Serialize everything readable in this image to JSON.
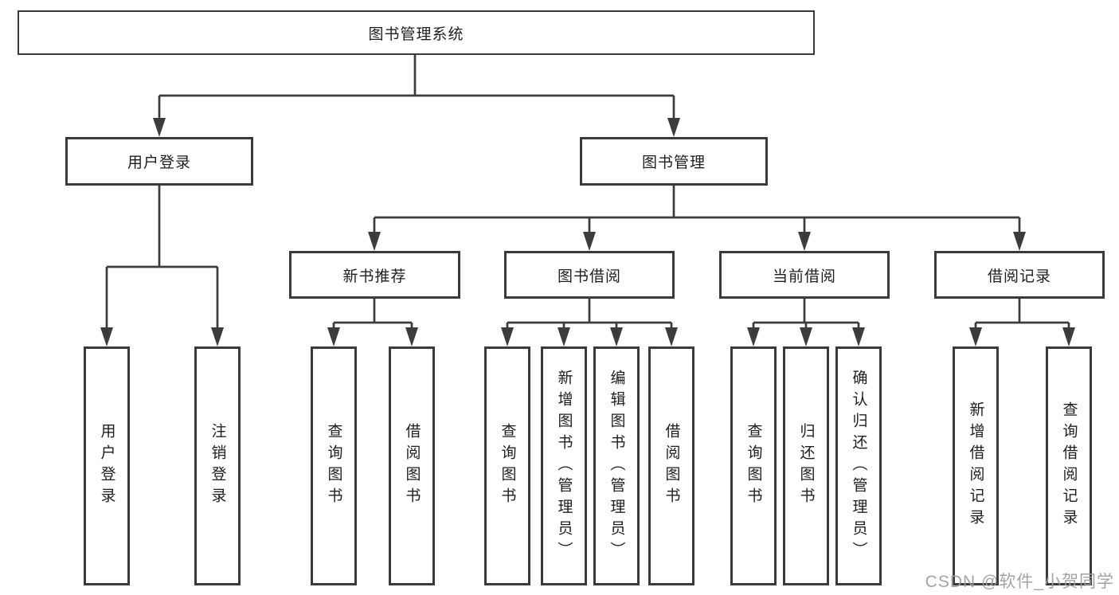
{
  "diagram": {
    "root": "图书管理系统",
    "level1": {
      "login": "用户登录",
      "mgmt": "图书管理"
    },
    "level2": {
      "rec": "新书推荐",
      "borrow": "图书借阅",
      "current": "当前借阅",
      "record": "借阅记录"
    },
    "leaves": {
      "login_user": "用户登录",
      "login_logout": "注销登录",
      "rec_query": "查询图书",
      "rec_borrow": "借阅图书",
      "borrow_query": "查询图书",
      "borrow_add": "新增图书（管理员）",
      "borrow_edit": "编辑图书（管理员）",
      "borrow_borrow": "借阅图书",
      "current_query": "查询图书",
      "current_return": "归还图书",
      "current_confirm": "确认归还（管理员）",
      "record_add": "新增借阅记录",
      "record_query": "查询借阅记录"
    },
    "line_color": "#3c3c3c"
  },
  "watermark": "CSDN @软件_小贺同学"
}
